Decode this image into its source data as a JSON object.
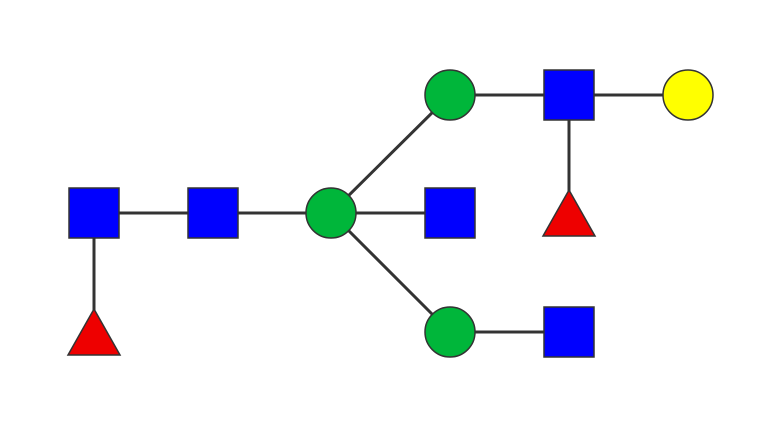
{
  "diagram": {
    "type": "glycan-structure",
    "colors": {
      "square": "#0000ff",
      "circle_green": "#00b63a",
      "circle_yellow": "#ffff00",
      "triangle": "#ee0000",
      "edge": "#333333"
    },
    "nodes": [
      {
        "id": "n1",
        "shape": "square",
        "color": "#0000ff"
      },
      {
        "id": "n2",
        "shape": "triangle",
        "color": "#ee0000"
      },
      {
        "id": "n3",
        "shape": "square",
        "color": "#0000ff"
      },
      {
        "id": "n4",
        "shape": "circle",
        "color": "#00b63a"
      },
      {
        "id": "n5",
        "shape": "square",
        "color": "#0000ff"
      },
      {
        "id": "n6",
        "shape": "circle",
        "color": "#00b63a"
      },
      {
        "id": "n7",
        "shape": "square",
        "color": "#0000ff"
      },
      {
        "id": "n8",
        "shape": "circle",
        "color": "#ffff00"
      },
      {
        "id": "n9",
        "shape": "triangle",
        "color": "#ee0000"
      },
      {
        "id": "n10",
        "shape": "circle",
        "color": "#00b63a"
      },
      {
        "id": "n11",
        "shape": "square",
        "color": "#0000ff"
      }
    ],
    "edges": [
      [
        "n1",
        "n2"
      ],
      [
        "n1",
        "n3"
      ],
      [
        "n3",
        "n4"
      ],
      [
        "n4",
        "n5"
      ],
      [
        "n4",
        "n6"
      ],
      [
        "n6",
        "n7"
      ],
      [
        "n7",
        "n8"
      ],
      [
        "n7",
        "n9"
      ],
      [
        "n4",
        "n10"
      ],
      [
        "n10",
        "n11"
      ]
    ]
  }
}
